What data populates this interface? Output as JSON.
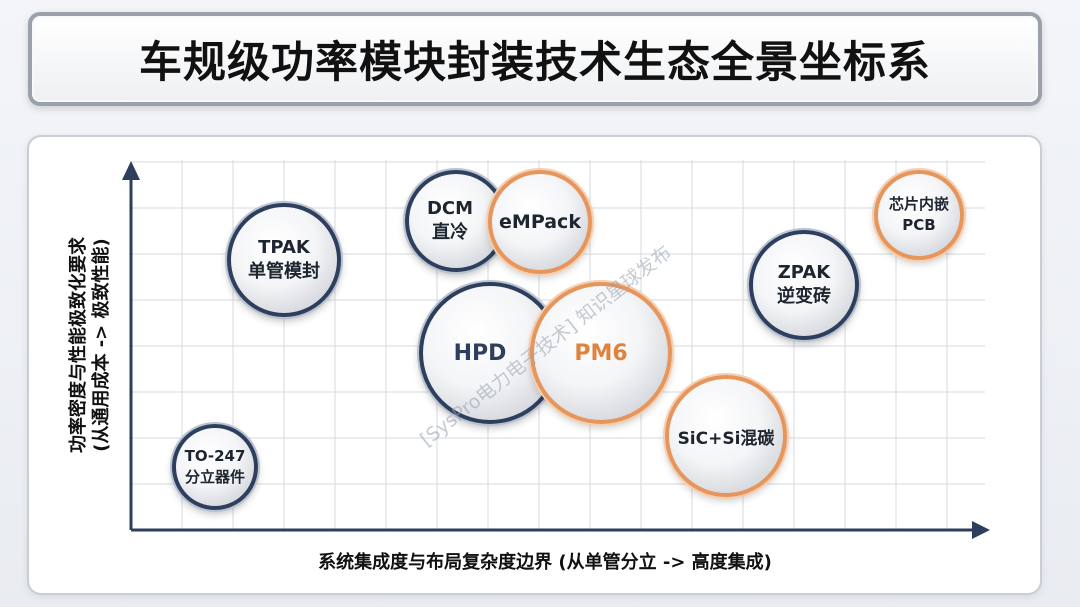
{
  "title": "车规级功率模块封装技术生态全景坐标系",
  "axes": {
    "y_line1": "功率密度与性能极致化要求",
    "y_line2": "(从通用成本 -> 极致性能)",
    "x": "系统集成度与布局复杂度边界 (从单管分立 -> 高度集成)"
  },
  "nodes": {
    "tpak": {
      "line1": "TPAK",
      "line2": "单管模封",
      "ring": "navy"
    },
    "dcm": {
      "line1": "DCM",
      "line2": "直冷",
      "ring": "navy"
    },
    "empack": {
      "line1": "eMPack",
      "ring": "orange"
    },
    "chip_pcb": {
      "line1": "芯片内嵌",
      "line2": "PCB",
      "ring": "orange"
    },
    "zpak": {
      "line1": "ZPAK",
      "line2": "逆变砖",
      "ring": "navy"
    },
    "hpd": {
      "line1": "HPD",
      "ring": "navy",
      "text_color": "#2d3f5d"
    },
    "pm6": {
      "line1": "PM6",
      "ring": "orange",
      "text_color": "#e0813c"
    },
    "sic_si": {
      "line1": "SiC+Si混碳",
      "ring": "orange"
    },
    "to247": {
      "line1": "TO-247",
      "line2": "分立器件",
      "ring": "navy"
    }
  },
  "watermark": "[SysPro电力电子技术] 知识星球发布",
  "colors": {
    "navy": "#2d3f5d",
    "orange": "#e6955c",
    "axis": "#2d3f5d",
    "grid": "#d5d9df"
  }
}
